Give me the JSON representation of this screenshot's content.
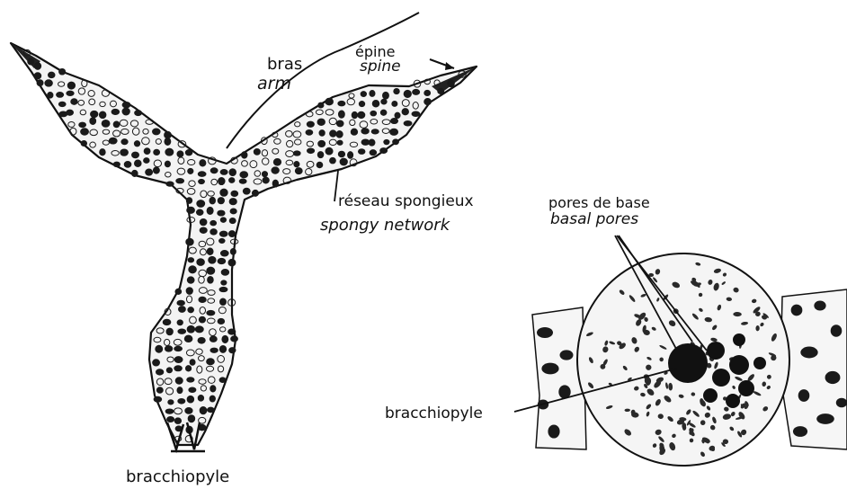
{
  "labels": {
    "arm_fr": "bras",
    "arm_en": "arm",
    "spine_fr": "épine",
    "spine_en": "spine",
    "network_fr": "réseau spongieux",
    "network_en": "spongy network",
    "pores_fr": "pores de base",
    "pores_en": "basal pores",
    "brachiopyle_right": "bracchiopyle",
    "brachiopyle_bottom": "bracchiopyle"
  },
  "colors": {
    "ink": "#111111",
    "paper": "#ffffff",
    "fill": "#f3f3f3"
  }
}
